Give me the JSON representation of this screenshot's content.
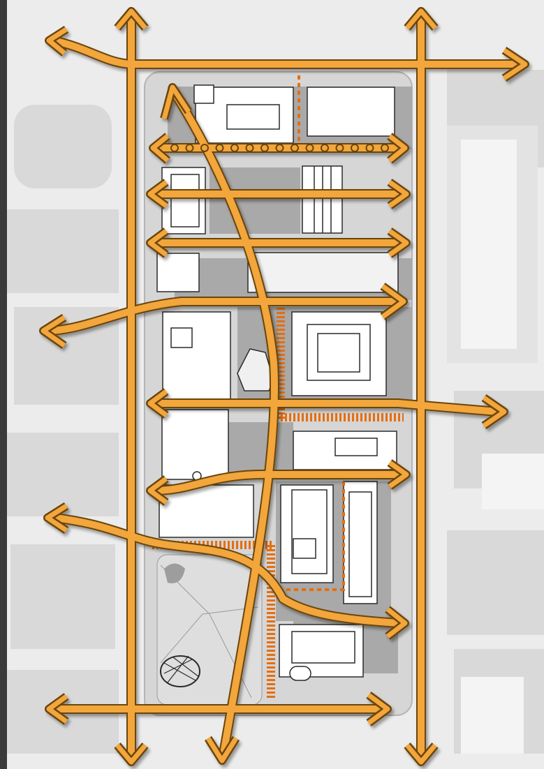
{
  "diagram": {
    "kind": "site circulation diagram",
    "labels": [],
    "colors": {
      "frame": "#3a3a3a",
      "ground": "#ececec",
      "context_block": "#d9d9d9",
      "site": "#d6d6d6",
      "shadow": "#a9a9a9",
      "building": "#ffffff",
      "outline": "#2a2a2a",
      "arrow_fill": "#f2a63a",
      "arrow_stroke": "#6a4408",
      "dashed_route": "#e56f0e",
      "node_dot": "#f2a63a"
    },
    "elements": {
      "perimeter_roads": [
        "north-road",
        "south-road",
        "west-road",
        "east-road"
      ],
      "internal_routes": [
        "diagonal-promenade",
        "west-east-main-axis",
        "east-link-north",
        "east-link-south"
      ],
      "cross_streets": [
        "street-2",
        "street-3",
        "street-5",
        "street-6",
        "street-7"
      ],
      "dashed_routes": [
        "north-dotted-spine",
        "central-dashed-spine",
        "central-dashed-crossbar",
        "southwest-dashed-link",
        "east-dotted-loop"
      ],
      "features": [
        "node-string",
        "north-buildings",
        "central-building",
        "southeast-buildings",
        "park",
        "woven-pavilion"
      ]
    }
  }
}
